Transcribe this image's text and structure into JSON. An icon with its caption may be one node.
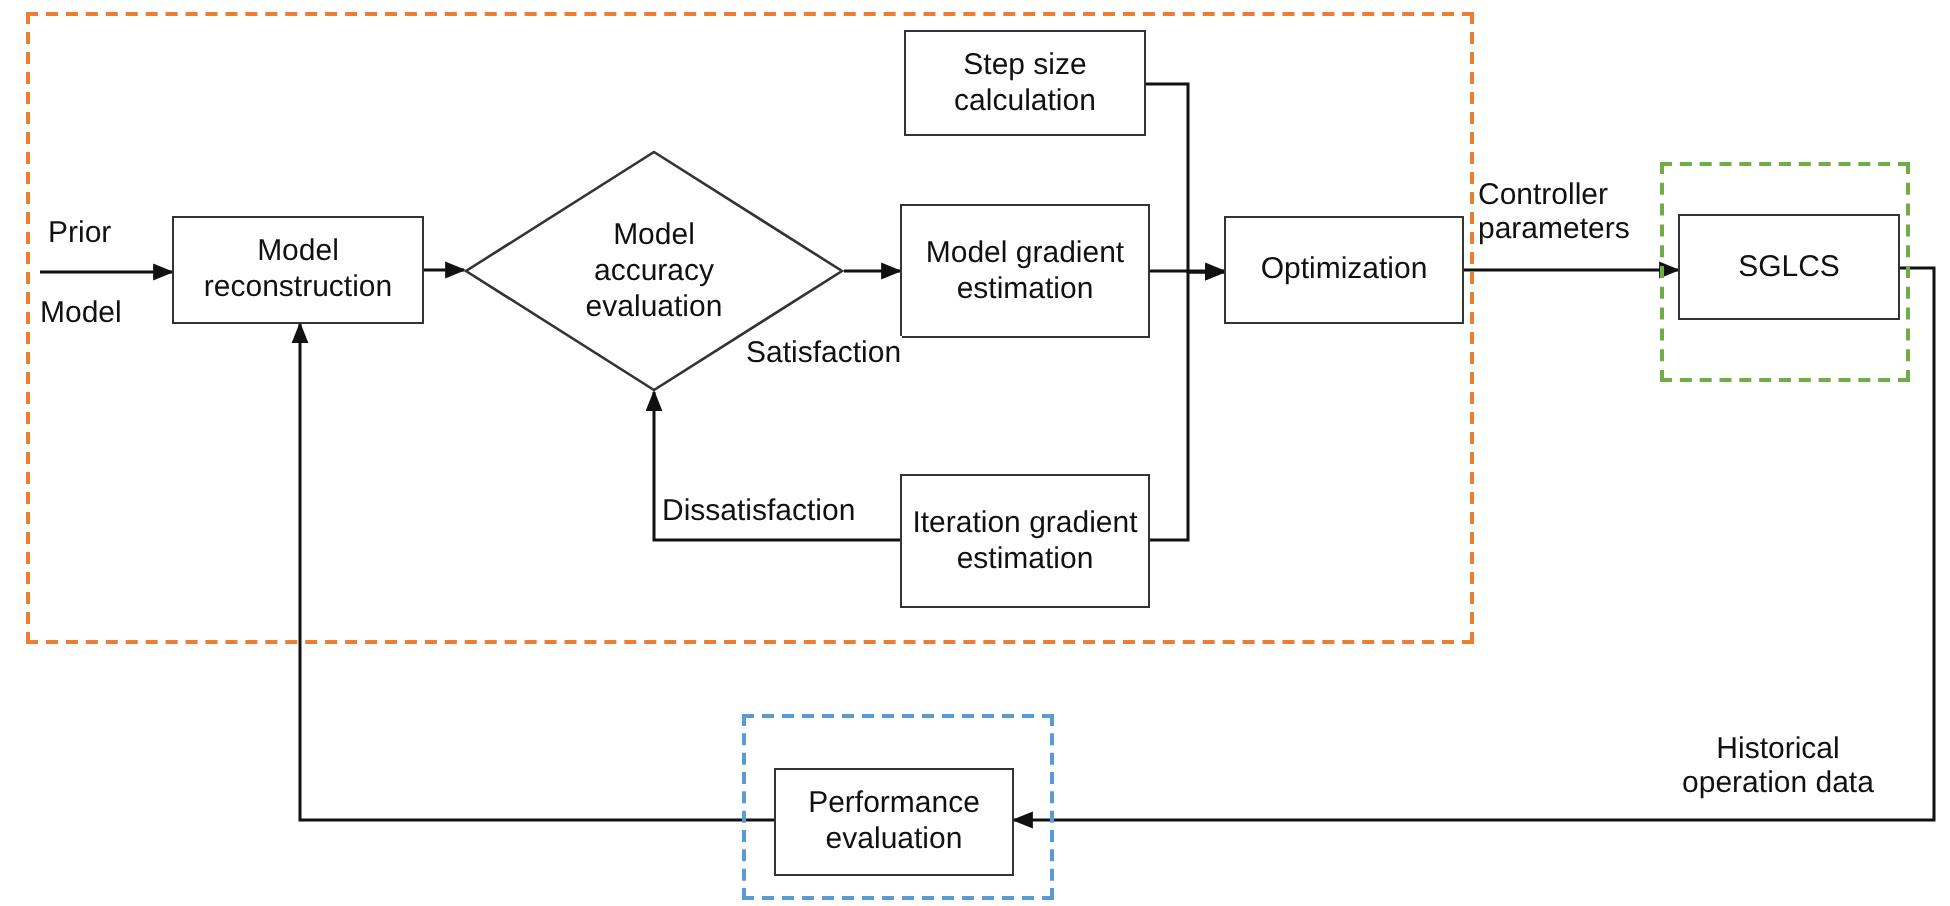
{
  "diagram": {
    "nodes": [
      {
        "text": [],
        "shape": "box"
      },
      {
        "text": [
          "Model reconstruction"
        ],
        "in": 0
      },
      {
        "text": [
          "Model accuracy evaluation"
        ],
        "in": 0
      },
      {
        "text": [
          "Step size calculation"
        ],
        "in": 0
      },
      {
        "text": [
          "Model gradient estimation"
        ],
        "in": 0
      },
      {
        "text": [
          "Iteration gradient estimation"
        ],
        "in": 0
      },
      {
        "text": [
          "Optimization"
        ],
        "in": 0
      },
      {
        "text": [],
        "shape": "box"
      },
      {
        "text": [
          "SGLCS"
        ],
        "in": 7
      },
      {
        "text": [],
        "shape": "box"
      },
      {
        "text": [
          "Performance evaluation"
        ],
        "in": 9
      }
    ],
    "edges": [
      {
        "from": null,
        "to": 1,
        "arrow": "to"
      },
      {
        "from": 1,
        "to": 2,
        "arrow": "to"
      },
      {
        "from": 2,
        "to": 4,
        "arrow": "to",
        "label": "Satisfaction"
      },
      {
        "from": 5,
        "to": 2,
        "arrow": "to",
        "label": "Dissatisfaction"
      },
      {
        "from": 3,
        "to": 6,
        "arrow": "to"
      },
      {
        "from": 4,
        "to": 6,
        "arrow": "to"
      },
      {
        "from": 5,
        "to": 6,
        "arrow": "to"
      },
      {
        "from": 6,
        "to": 8,
        "arrow": "to",
        "label": "Controller parameters"
      },
      {
        "from": 8,
        "to": 10,
        "arrow": "to",
        "label": "Historical operation data"
      },
      {
        "from": 10,
        "to": 1,
        "arrow": "to"
      }
    ],
    "labels": [
      "Prior",
      "Model"
    ]
  }
}
